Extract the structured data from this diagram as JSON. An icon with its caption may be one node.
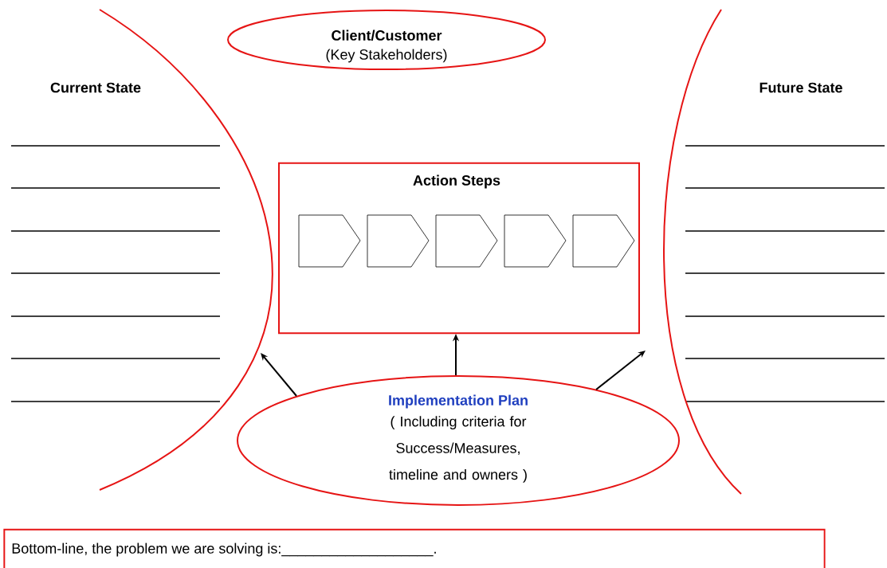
{
  "diagram": {
    "nodes": [
      {
        "text": [
          "Client/Customer",
          "(Key Stakeholders)"
        ]
      },
      {
        "text": [
          "Current State"
        ]
      },
      {
        "text": [
          "Future State"
        ]
      },
      {
        "text": [
          "Action Steps"
        ]
      },
      {
        "text": [],
        "shape": "pentagon",
        "in": 3
      },
      {
        "text": [],
        "shape": "pentagon",
        "in": 3
      },
      {
        "text": [],
        "shape": "pentagon",
        "in": 3
      },
      {
        "text": [],
        "shape": "pentagon",
        "in": 3
      },
      {
        "text": [],
        "shape": "pentagon",
        "in": 3
      },
      {
        "text": [
          "Implementation Plan",
          "( Including criteria for Success/Measures, timeline and owners )"
        ]
      },
      {
        "text": [
          "Bottom-line, the problem we are solving is:___________________."
        ]
      }
    ],
    "edges": [
      {
        "from": 9,
        "to": 1,
        "arrow": "to"
      },
      {
        "from": 9,
        "to": 3,
        "arrow": "to"
      },
      {
        "from": 9,
        "to": 2,
        "arrow": "to"
      }
    ]
  }
}
